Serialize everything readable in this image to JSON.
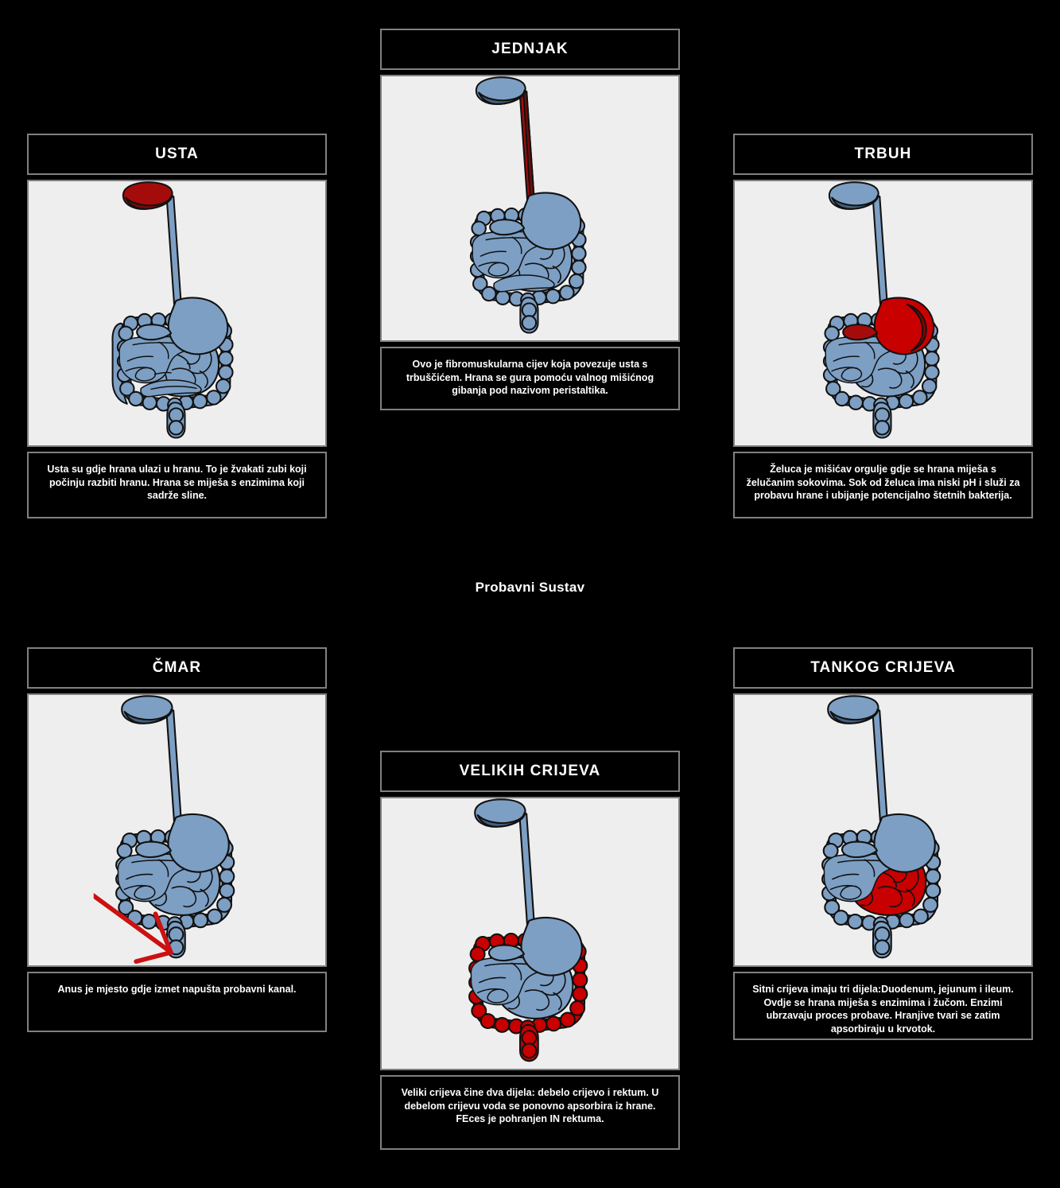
{
  "board": {
    "title": "Probavni Sustav",
    "background_color": "#000000",
    "panel_border_color": "#808080",
    "art_background_color": "#eeeeee",
    "text_color": "#ffffff",
    "organ_base_color": "#7d9fc4",
    "organ_outline_color": "#1a1a1a",
    "highlight_color": "#c80000",
    "arrow_color": "#cc1111"
  },
  "cells": [
    {
      "id": "usta",
      "title": "USTA",
      "caption": "Usta su gdje hrana ulazi u hranu. To je žvakati zubi koji počinju razbiti hranu. Hrana se miješa s enzimima koji sadrže sline.",
      "highlight": "mouth"
    },
    {
      "id": "jednjak",
      "title": "JEDNJAK",
      "caption": "Ovo je fibromuskularna cijev koja povezuje usta s trbuščićem. Hrana se gura pomoću valnog mišićnog gibanja pod nazivom peristaltika.",
      "highlight": "esophagus"
    },
    {
      "id": "trbuh",
      "title": "TRBUH",
      "caption": "Želuca je mišićav orgulje gdje se hrana miješa s želučanim sokovima. Sok od želuca ima niski pH i služi za probavu hrane i ubijanje potencijalno štetnih bakterija.",
      "highlight": "stomach"
    },
    {
      "id": "cmar",
      "title": "ČMAR",
      "caption": "Anus je mjesto gdje izmet napušta probavni kanal.",
      "highlight": "anus-arrow"
    },
    {
      "id": "velikih-crijeva",
      "title": "VELIKIH CRIJEVA",
      "caption": "Veliki crijeva čine dva dijela: debelo crijevo i rektum. U debelom crijevu voda se ponovno apsorbira iz hrane. FEces je pohranjen IN rektuma.",
      "highlight": "large-intestine"
    },
    {
      "id": "tankog-crijeva",
      "title": "TANKOG CRIJEVA",
      "caption": "Sitni crijeva imaju tri dijela:Duodenum, jejunum i ileum. Ovdje se hrana miješa s enzimima i žučom. Enzimi ubrzavaju proces probave. Hranjive tvari se zatim apsorbiraju u krvotok.",
      "highlight": "small-intestine"
    }
  ]
}
